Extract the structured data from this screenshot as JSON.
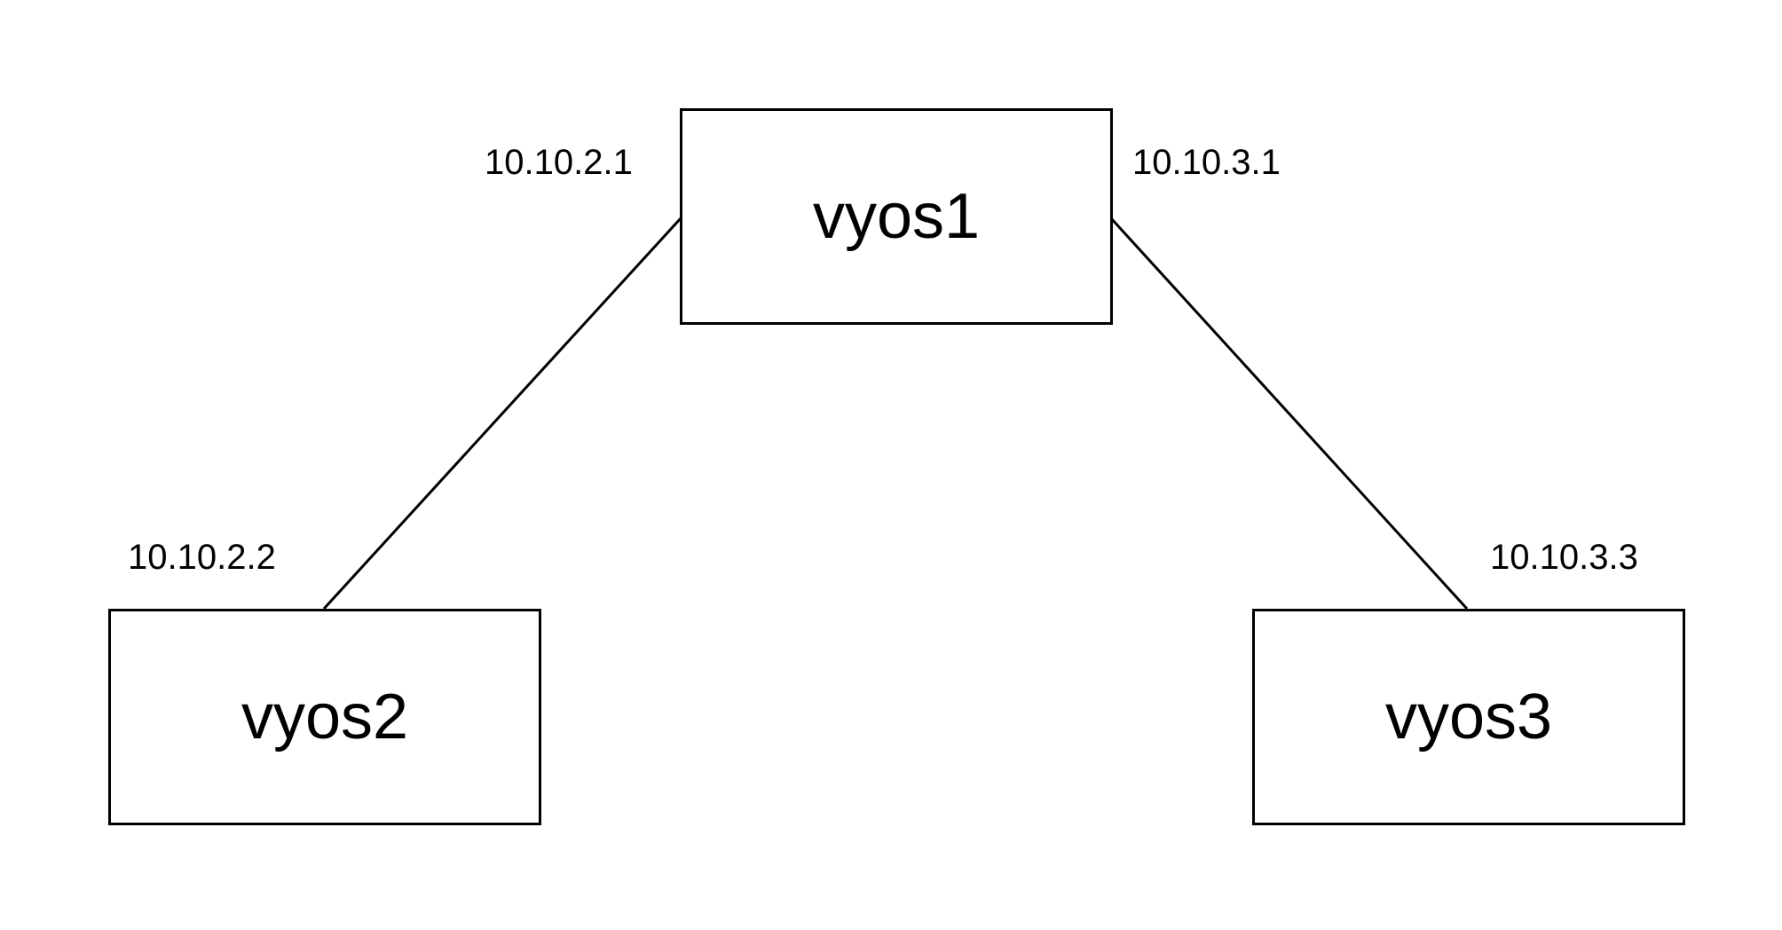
{
  "nodes": {
    "vyos1": {
      "label": "vyos1"
    },
    "vyos2": {
      "label": "vyos2"
    },
    "vyos3": {
      "label": "vyos3"
    }
  },
  "links": [
    {
      "from": "vyos1",
      "to": "vyos2",
      "from_ip": "10.10.2.1",
      "to_ip": "10.10.2.2"
    },
    {
      "from": "vyos1",
      "to": "vyos3",
      "from_ip": "10.10.3.1",
      "to_ip": "10.10.3.3"
    }
  ],
  "colors": {
    "line": "#000000",
    "background": "#ffffff"
  }
}
